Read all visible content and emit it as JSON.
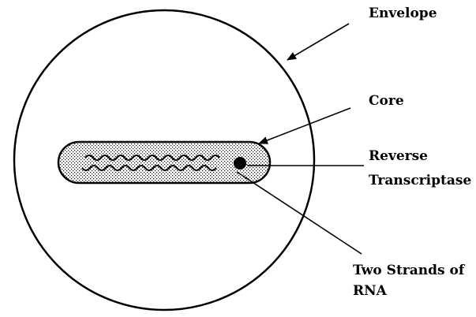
{
  "labels": {
    "envelope": "Envelope",
    "core": "Core",
    "reverse_transcriptase_line1": "Reverse",
    "reverse_transcriptase_line2": "Transcriptase",
    "rna_line1": "Two Strands of",
    "rna_line2": "RNA"
  },
  "colors": {
    "stroke": "#000000",
    "background": "#ffffff",
    "core_stipple": "#000000"
  }
}
